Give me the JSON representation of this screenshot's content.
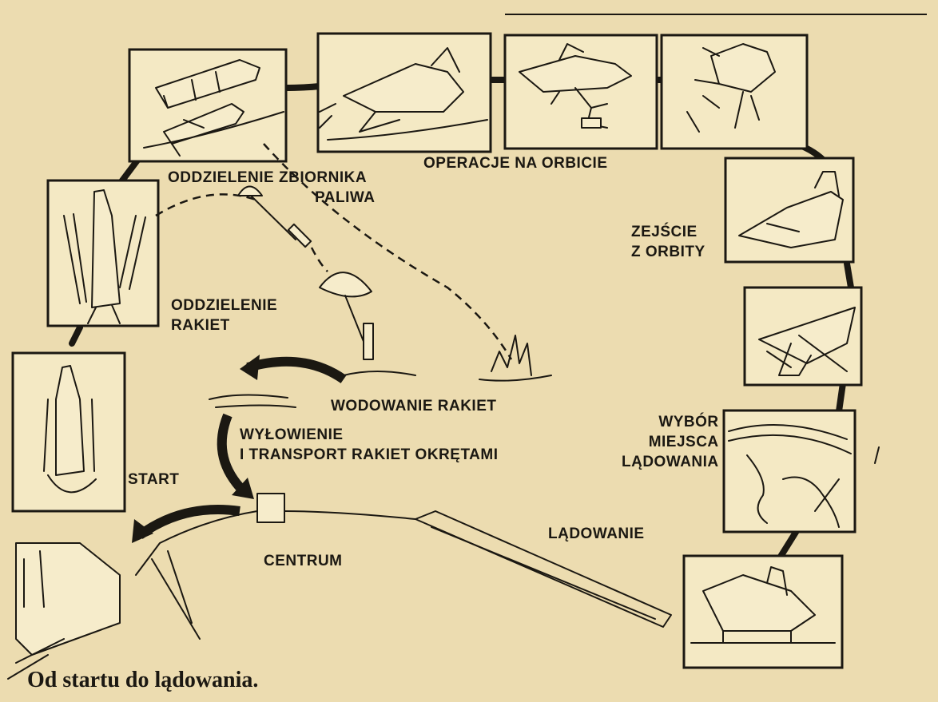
{
  "labels": {
    "tank_separation_line1": "ODDZIELENIE ZBIORNIKA",
    "tank_separation_line2": "PALIWA",
    "orbit_operations": "OPERACJE NA ORBICIE",
    "deorbit_line1": "ZEJŚCIE",
    "deorbit_line2": "Z ORBITY",
    "booster_separation_line1": "ODDZIELENIE",
    "booster_separation_line2": "RAKIET",
    "booster_splashdown": "WODOWANIE RAKIET",
    "recovery_line1": "WYŁOWIENIE",
    "recovery_line2": "I TRANSPORT RAKIET OKRĘTAMI",
    "landing_site_line1": "WYBÓR",
    "landing_site_line2": "MIEJSCA",
    "landing_site_line3": "LĄDOWANIA",
    "start": "START",
    "landing": "LĄDOWANIE",
    "center": "CENTRUM"
  },
  "caption": "Od startu do lądowania.",
  "colors": {
    "paper": "#ecdcb0",
    "ink": "#1b1812",
    "panel": "#f4e9c4"
  }
}
